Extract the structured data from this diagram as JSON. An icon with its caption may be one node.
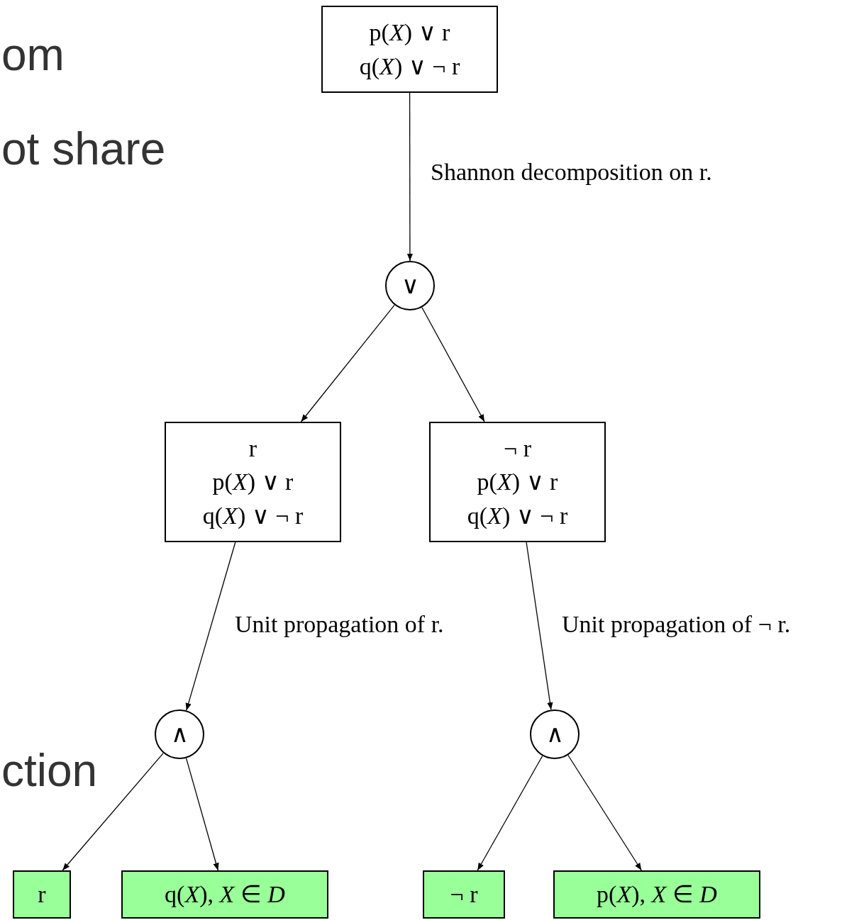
{
  "diagram": {
    "nodes": [
      {
        "text": [
          "p(*X*) ∨ r",
          "q(*X*) ∨ ¬ r"
        ]
      },
      {
        "text": [
          "∨"
        ]
      },
      {
        "text": [
          "r",
          "p(*X*) ∨ r",
          "q(*X*) ∨ ¬ r"
        ]
      },
      {
        "text": [
          "¬ r",
          "p(*X*) ∨ r",
          "q(*X*) ∨ ¬ r"
        ]
      },
      {
        "text": [
          "∧"
        ]
      },
      {
        "text": [
          "∧"
        ]
      },
      {
        "text": [
          "r"
        ]
      },
      {
        "text": [
          "q(*X*), *X* ∈ *D*"
        ]
      },
      {
        "text": [
          "¬ r"
        ]
      },
      {
        "text": [
          "p(*X*), *X* ∈ *D*"
        ]
      }
    ],
    "edges": [
      {
        "from": 0,
        "to": 1,
        "arrow": "to",
        "label": "Shannon decomposition on r."
      },
      {
        "from": 1,
        "to": 2,
        "arrow": "to"
      },
      {
        "from": 1,
        "to": 3,
        "arrow": "to"
      },
      {
        "from": 2,
        "to": 4,
        "arrow": "to",
        "label": "Unit propagation of r."
      },
      {
        "from": 3,
        "to": 5,
        "arrow": "to",
        "label": "Unit propagation of ¬ r."
      },
      {
        "from": 4,
        "to": 6,
        "arrow": "to"
      },
      {
        "from": 4,
        "to": 7,
        "arrow": "to"
      },
      {
        "from": 5,
        "to": 8,
        "arrow": "to"
      },
      {
        "from": 5,
        "to": 9,
        "arrow": "to"
      }
    ],
    "labels": [
      "om",
      "ot share",
      "ction"
    ]
  }
}
